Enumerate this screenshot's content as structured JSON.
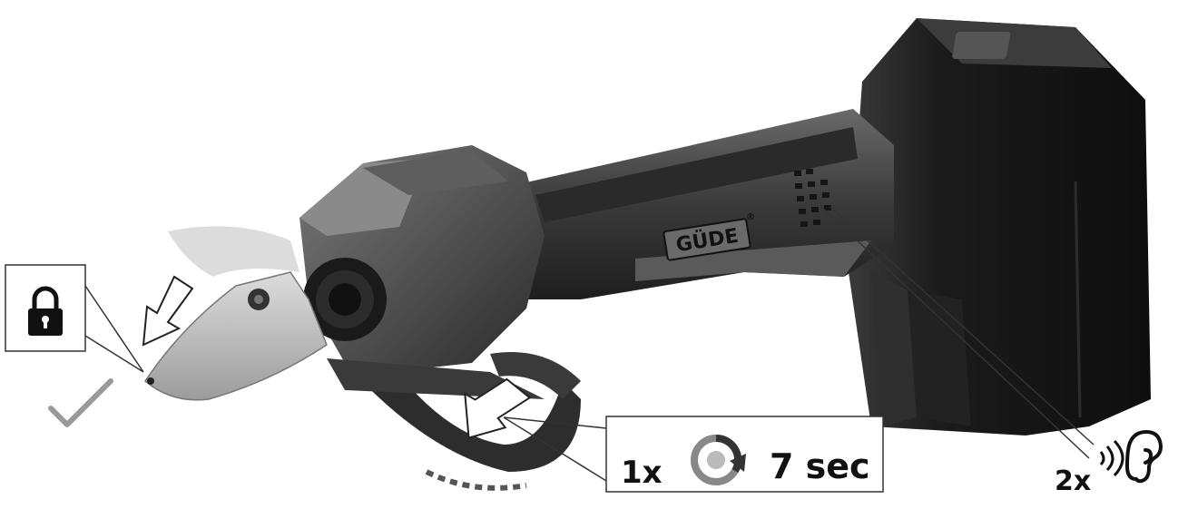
{
  "brand": {
    "logo_text": "GÜDE",
    "registered_mark": "®"
  },
  "callout_timer": {
    "count": "1x",
    "duration": "7 sec",
    "icon": "rotate-clock-icon"
  },
  "callout_beep": {
    "count": "2x",
    "sound_icon": "sound-waves-icon",
    "ear_icon": "ear-icon"
  },
  "callout_lock": {
    "icon": "padlock-icon"
  },
  "status": {
    "icon": "checkmark-icon",
    "color": "#9a9a9a"
  },
  "colors": {
    "body_dark": "#2b2b2b",
    "body_mid": "#4a4a4a",
    "blade": "#b9b9b9",
    "battery": "#1a1a1a"
  }
}
